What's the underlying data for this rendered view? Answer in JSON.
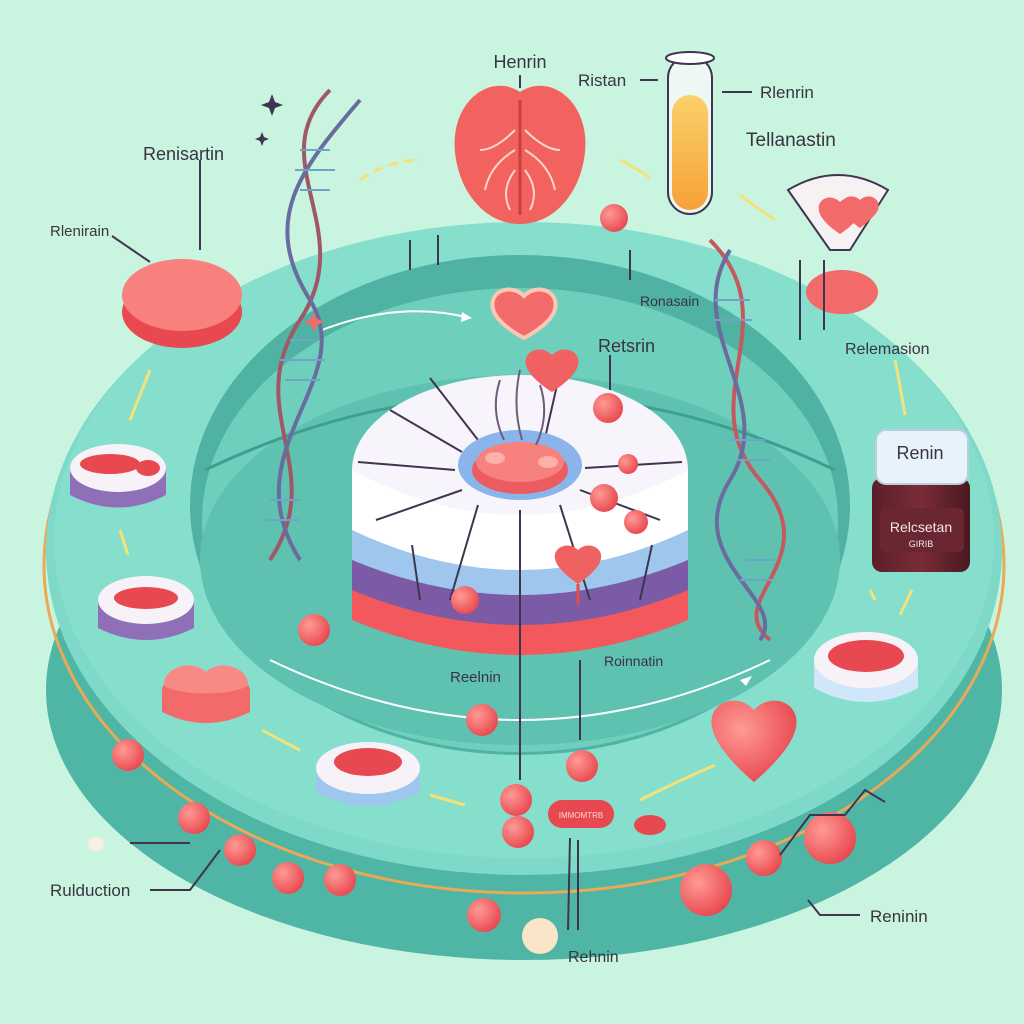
{
  "labels": {
    "top_center": "Henrin",
    "tube_left": "Ristan",
    "tube_right": "Rlenrin",
    "top_right": "Tellanastin",
    "left_upper": "Renisartin",
    "left_pill": "Rlenirain",
    "ring_inner_top": "Ronasain",
    "center_right": "Retsrin",
    "right_relaxation": "Relemasion",
    "jar_top": "Renin",
    "jar_main": "Relcsetan",
    "jar_sub": "GIRIB",
    "ring_bottom_left": "Reelnin",
    "ring_bottom_right": "Roinnatin",
    "capsule_bottom": "IMMOMTRB",
    "bottom_left": "Rulduction",
    "bottom_right": "Reninin",
    "bottom_center": "Rehnin"
  },
  "colors": {
    "background": "#c9f5e0",
    "outer_ring": "#7fd9c8",
    "inner_platform": "#68cbb8",
    "accent_red": "#f26a6a",
    "arrow_yellow": "#f3e27a",
    "orange_line": "#e9a955"
  },
  "icons": [
    "kidney-icon",
    "test-tube-icon",
    "funnel-heart-icon",
    "medicine-jar-icon",
    "heart-icon",
    "dna-helix-icon",
    "pill-icon",
    "dish-icon",
    "layered-disk-icon"
  ]
}
